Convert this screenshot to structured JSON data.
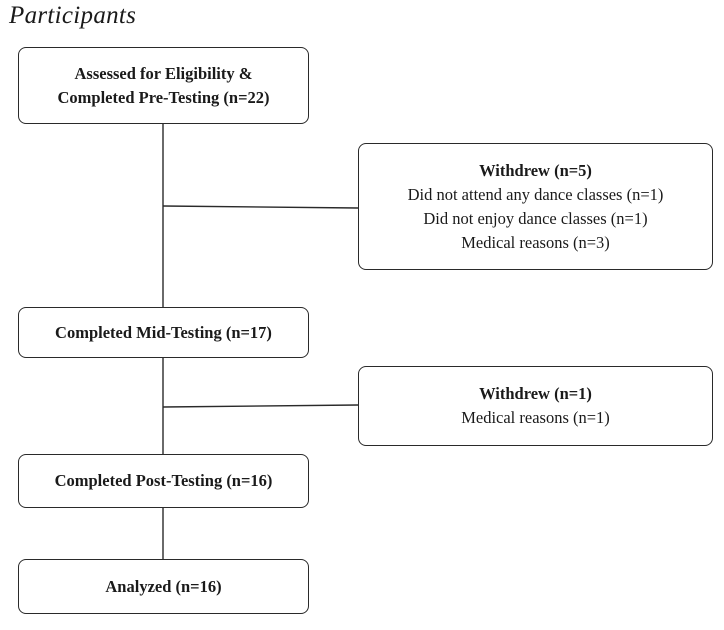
{
  "heading": "Participants",
  "flow": [
    {
      "lines": [
        "Assessed for Eligibility &",
        "Completed Pre-Testing (n=22)"
      ]
    },
    {
      "lines": [
        "Completed Mid-Testing (n=17)"
      ]
    },
    {
      "lines": [
        "Completed Post-Testing (n=16)"
      ]
    },
    {
      "lines": [
        "Analyzed (n=16)"
      ]
    }
  ],
  "withdrawals": [
    {
      "title": "Withdrew (n=5)",
      "reasons": [
        "Did not attend any dance classes (n=1)",
        "Did not enjoy dance classes (n=1)",
        "Medical reasons (n=3)"
      ]
    },
    {
      "title": "Withdrew (n=1)",
      "reasons": [
        "Medical reasons (n=1)"
      ]
    }
  ]
}
